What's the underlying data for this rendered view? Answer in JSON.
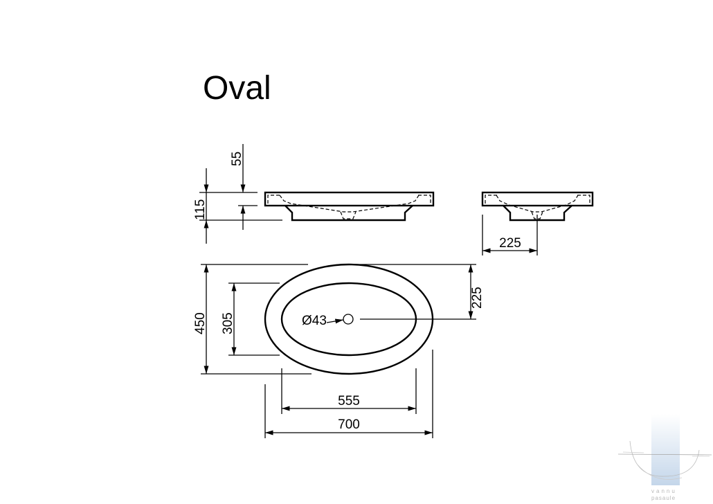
{
  "title": "Oval",
  "dimensions": {
    "side_height_total": "115",
    "side_rim_height": "55",
    "side_width": "225",
    "top_depth_total": "450",
    "top_bowl_depth": "305",
    "top_half_depth": "225",
    "drain_diameter": "Ø43",
    "bowl_width": "555",
    "total_width": "700"
  },
  "logo": {
    "line1": "vannu",
    "line2": "pasaule",
    "color": "#c9d9ea"
  }
}
